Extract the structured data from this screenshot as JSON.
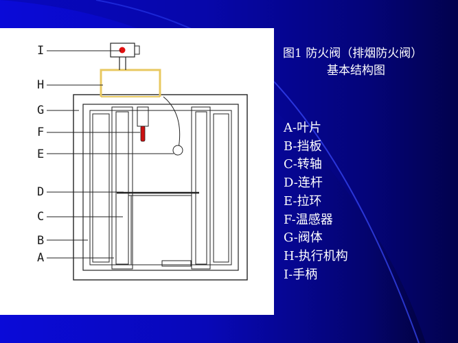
{
  "slide": {
    "title_line1": "图1 防火阀（排烟防火阀）",
    "title_line2": "基本结构图"
  },
  "diagram": {
    "labels": [
      "I",
      "H",
      "G",
      "F",
      "E",
      "D",
      "C",
      "B",
      "A"
    ]
  },
  "legend": [
    {
      "letter": "A",
      "text": "A-叶片"
    },
    {
      "letter": "B",
      "text": "B-挡板"
    },
    {
      "letter": "C",
      "text": "C-转轴"
    },
    {
      "letter": "D",
      "text": "D-连杆"
    },
    {
      "letter": "E",
      "text": "E-拉环"
    },
    {
      "letter": "F",
      "text": "F-温感器"
    },
    {
      "letter": "G",
      "text": "G-阀体"
    },
    {
      "letter": "H",
      "text": "H-执行机构"
    },
    {
      "letter": "I",
      "text": "I-手柄"
    }
  ],
  "colors": {
    "background_left": "#0a0ad8",
    "background_right": "#01012a",
    "actuator_frame": "#e8c860",
    "sensor_red": "#cc1111",
    "handle_dot": "#e01010",
    "text": "#ffffff"
  }
}
